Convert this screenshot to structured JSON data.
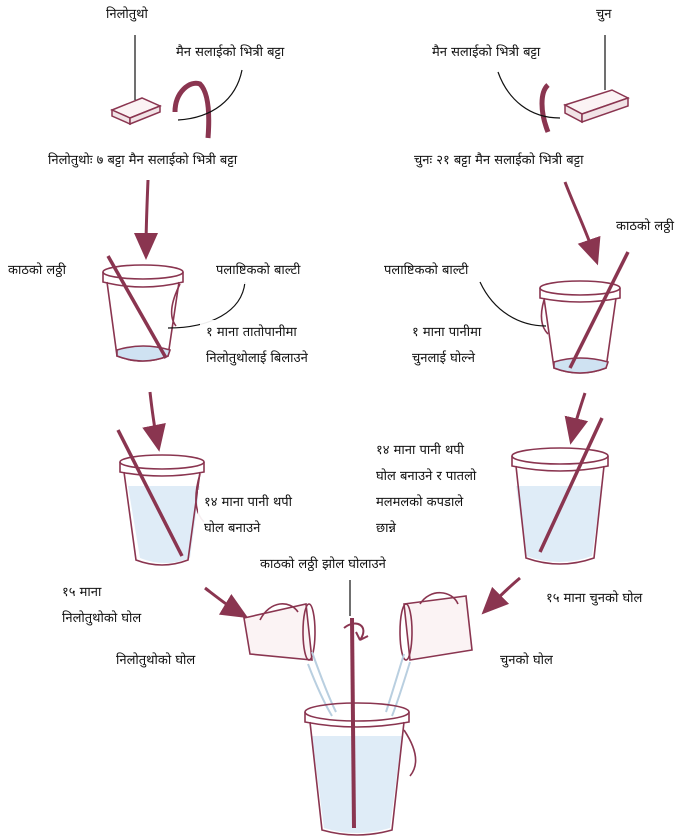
{
  "labels": {
    "copper_sulphate": "निलोतुथो",
    "lime": "चुन",
    "box_left": "मैन सलाईको भित्री बट्टा",
    "box_right": "मैन सलाईको भित्री बट्टा",
    "qty_left": "निलोतुथोः ७ बट्टा मैन सलाईको भित्री बट्टा",
    "qty_right": "चुनः २१ बट्टा मैन सलाईको भित्री बट्टा",
    "stick_left": "काठको लठ्ठी",
    "stick_right": "काठको लठ्ठी",
    "bucket_left": "पलाष्टिकको बाल्टी",
    "bucket_right": "पलाष्टिकको बाल्टी",
    "step1_left": [
      "१ माना तातोपानीमा",
      "निलोतुथोलाई बिलाउने"
    ],
    "step1_right": [
      "१ माना पानीमा",
      "चुनलाई घोल्ने"
    ],
    "step2_left": [
      "१४ माना पानी थपी",
      "घोल बनाउने"
    ],
    "step2_right": [
      "१४ माना पानी थपी",
      "घोल बनाउने र पातलो",
      "मलमलको कपडाले",
      "छान्ने"
    ],
    "mix_stick": "काठको लठ्ठी झोल घोलाउने",
    "result_left": [
      "१५ माना",
      "निलोतुथोको घोल"
    ],
    "result_right": "१५ माना चुनको घोल",
    "pour_left": "निलोतुथोको घोल",
    "pour_right": "चुनको घोल"
  },
  "colors": {
    "ink": "#8a3550",
    "water": "#cfe2f2",
    "line": "#111111"
  }
}
